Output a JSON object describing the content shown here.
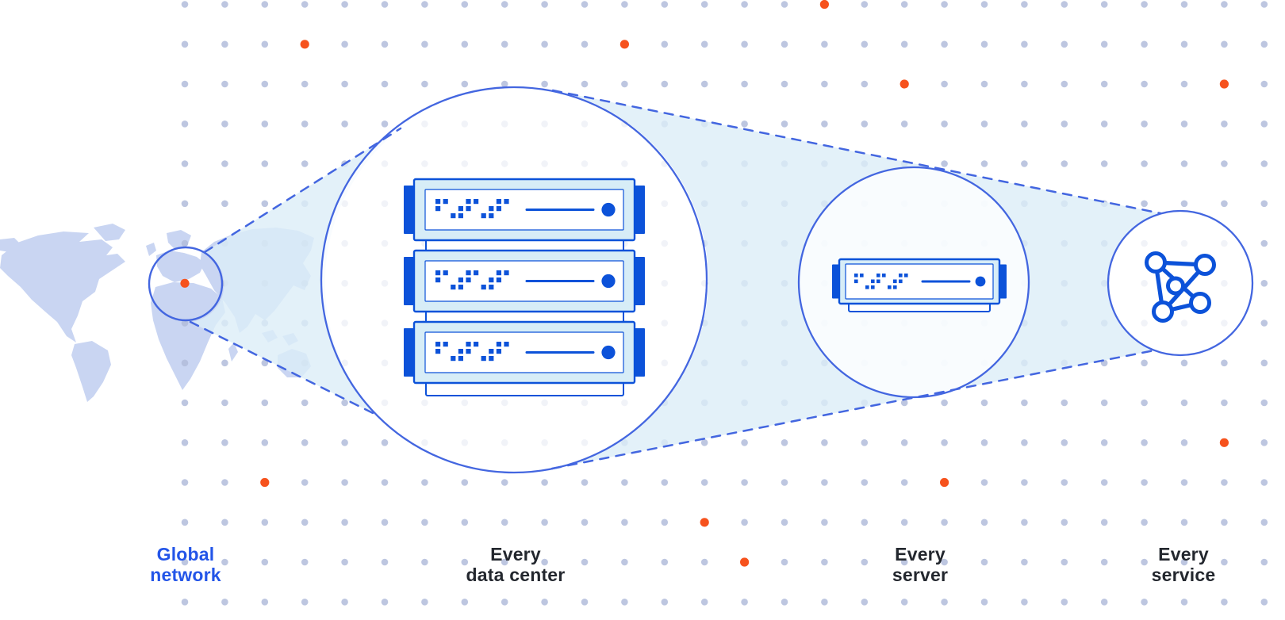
{
  "stages": [
    {
      "id": "global-network",
      "line1": "Global",
      "line2": "network",
      "icon": "world-map-with-highlight-circle",
      "text_color": "#2355E8"
    },
    {
      "id": "every-data-center",
      "line1": "Every",
      "line2": "data center",
      "icon": "server-rack",
      "text_color": "#23272E"
    },
    {
      "id": "every-server",
      "line1": "Every",
      "line2": "server",
      "icon": "server",
      "text_color": "#23272E"
    },
    {
      "id": "every-service",
      "line1": "Every",
      "line2": "service",
      "icon": "mesh-network",
      "text_color": "#23272E"
    }
  ],
  "background": {
    "dot_color": "#B1BCDA",
    "orange_dot_color": "#F6521D",
    "orange_dots_grid_positions": [
      [
        3,
        1
      ],
      [
        11,
        1
      ],
      [
        16,
        0
      ],
      [
        18,
        2
      ],
      [
        26,
        2
      ],
      [
        0,
        7
      ],
      [
        2,
        12
      ],
      [
        19,
        12
      ],
      [
        13,
        13
      ],
      [
        14,
        14
      ],
      [
        26,
        11
      ]
    ]
  },
  "colors": {
    "line_blue": "#4366E0",
    "server_blue": "#0C52D9",
    "server_panel": "#D7EDF7",
    "beam_fill": "#DCEEF7",
    "map_fill": "#C9D5F2",
    "label_dark": "#23272E",
    "label_blue": "#2355E8",
    "dot": "#B1BCDA",
    "dot_orange": "#F6521D"
  }
}
